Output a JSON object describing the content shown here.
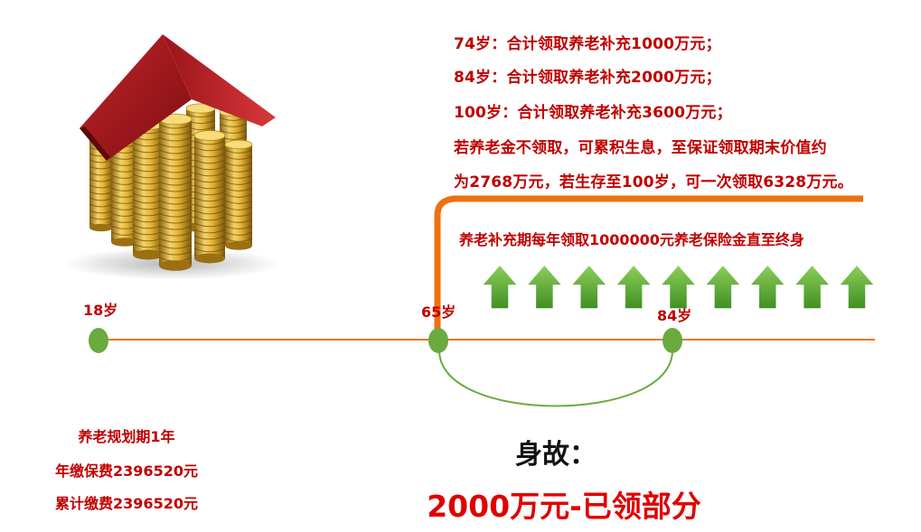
{
  "colors": {
    "text_red": "#c00000",
    "amount_red": "#e00000",
    "timeline_orange": "#e07a2a",
    "bracket_orange": "#ee7010",
    "node_green": "#6aaa3e",
    "arc_green": "#6aaa3e",
    "arrow_green": "#5aa832"
  },
  "illustration": {
    "icon": "house-of-coins-icon"
  },
  "notes": [
    "74岁：合计领取养老补充1000万元；",
    "84岁：合计领取养老补充2000万元；",
    "100岁：合计领取养老补充3600万元；",
    "若养老金不领取，可累积生息，至保证领取期末价值约",
    "为2768万元，若生存至100岁，可一次领取6328万元。"
  ],
  "payout": {
    "caption": "养老补充期每年领取1000000元养老保险金直至终身",
    "arrow_count": 9,
    "arrow_icon": "up-arrow-icon"
  },
  "timeline": {
    "nodes": [
      {
        "label": "18岁"
      },
      {
        "label": "65岁"
      },
      {
        "label": "84岁"
      }
    ]
  },
  "plan": {
    "period": "养老规划期1年",
    "annual_premium": "年缴保费2396520元",
    "total_premium": "累计缴费2396520元"
  },
  "death_benefit": {
    "title": "身故：",
    "amount": "2000万元-已领部分"
  }
}
